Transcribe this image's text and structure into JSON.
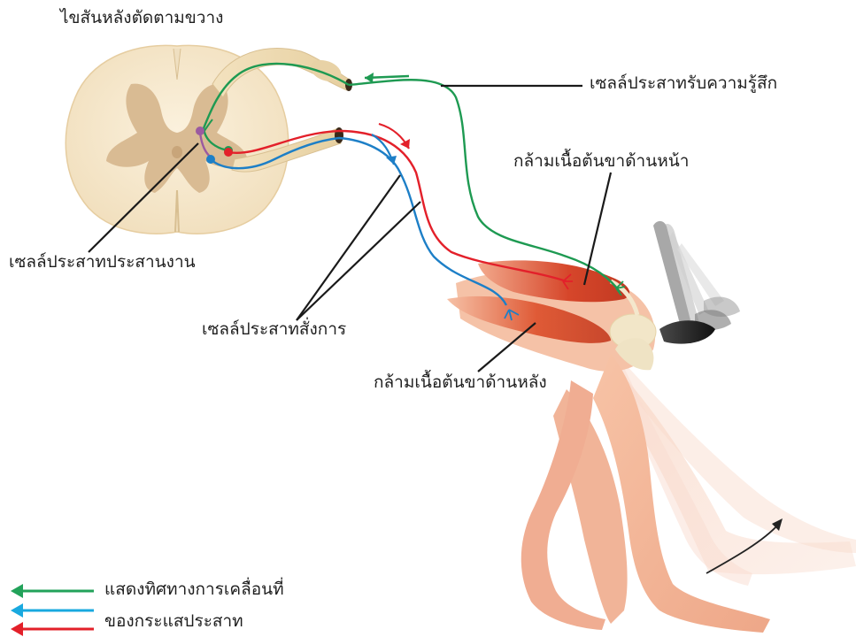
{
  "labels": {
    "spinal_cord": "ไขสันหลังตัดตามขวาง",
    "sensory_neuron": "เซลล์ประสาทรับความรู้สึก",
    "front_thigh_muscle": "กล้ามเนื้อต้นขาด้านหน้า",
    "interneuron": "เซลล์ประสาทประสานงาน",
    "motor_neuron": "เซลล์ประสาทสั่งการ",
    "back_thigh_muscle": "กล้ามเนื้อต้นขาด้านหลัง"
  },
  "legend": {
    "line1": "แสดงทิศทางการเคลื่อนที่",
    "line2": "ของกระแสประสาท"
  },
  "colors": {
    "sensory": "#1e9a52",
    "motor_front": "#e3202a",
    "motor_back": "#1d7fc7",
    "legend_green": "#22a25a",
    "legend_blue": "#19a9df",
    "legend_red": "#e3202a"
  }
}
